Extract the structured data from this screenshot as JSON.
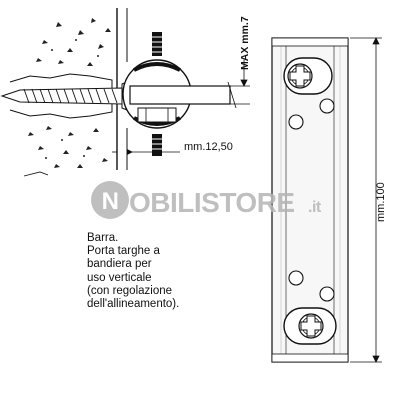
{
  "labels": {
    "max_dimension": "MAX mm.7",
    "width_dimension": "mm.12,50",
    "height_dimension": "mm.100"
  },
  "watermark": {
    "initial": "N",
    "main": "OBILISTORE",
    "suffix": ".it",
    "color": "#b5b5b5"
  },
  "description": {
    "lines": [
      "Barra.",
      "Porta targhe a",
      "bandiera per",
      "uso verticale",
      "(con regolazione",
      "dell'allineamento)."
    ]
  },
  "colors": {
    "ink": "#111111",
    "bar_fill": "#f7f7f7",
    "bar_highlight": "#ffffff",
    "watermark": "#b5b5b5"
  }
}
